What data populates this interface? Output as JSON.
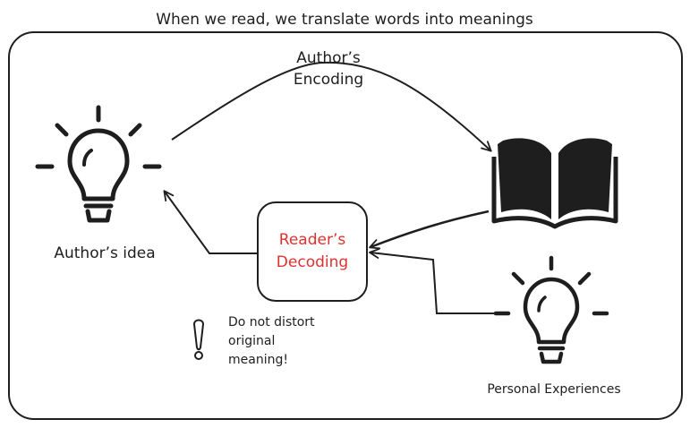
{
  "title": "When we read, we translate words into meanings",
  "encoding_label": [
    "Author’s",
    "Encoding"
  ],
  "author_idea_label": "Author’s idea",
  "decoding_label": [
    "Reader’s",
    "Decoding"
  ],
  "warning_lines": [
    "Do not distort",
    "original",
    "meaning!"
  ],
  "personal_label": "Personal Experiences",
  "colors": {
    "stroke": "#1e1e1e",
    "accent": "#e03131",
    "background": "#ffffff"
  },
  "icons": [
    "lightbulb-icon",
    "open-book-icon",
    "lightbulb-icon",
    "exclamation-icon"
  ]
}
